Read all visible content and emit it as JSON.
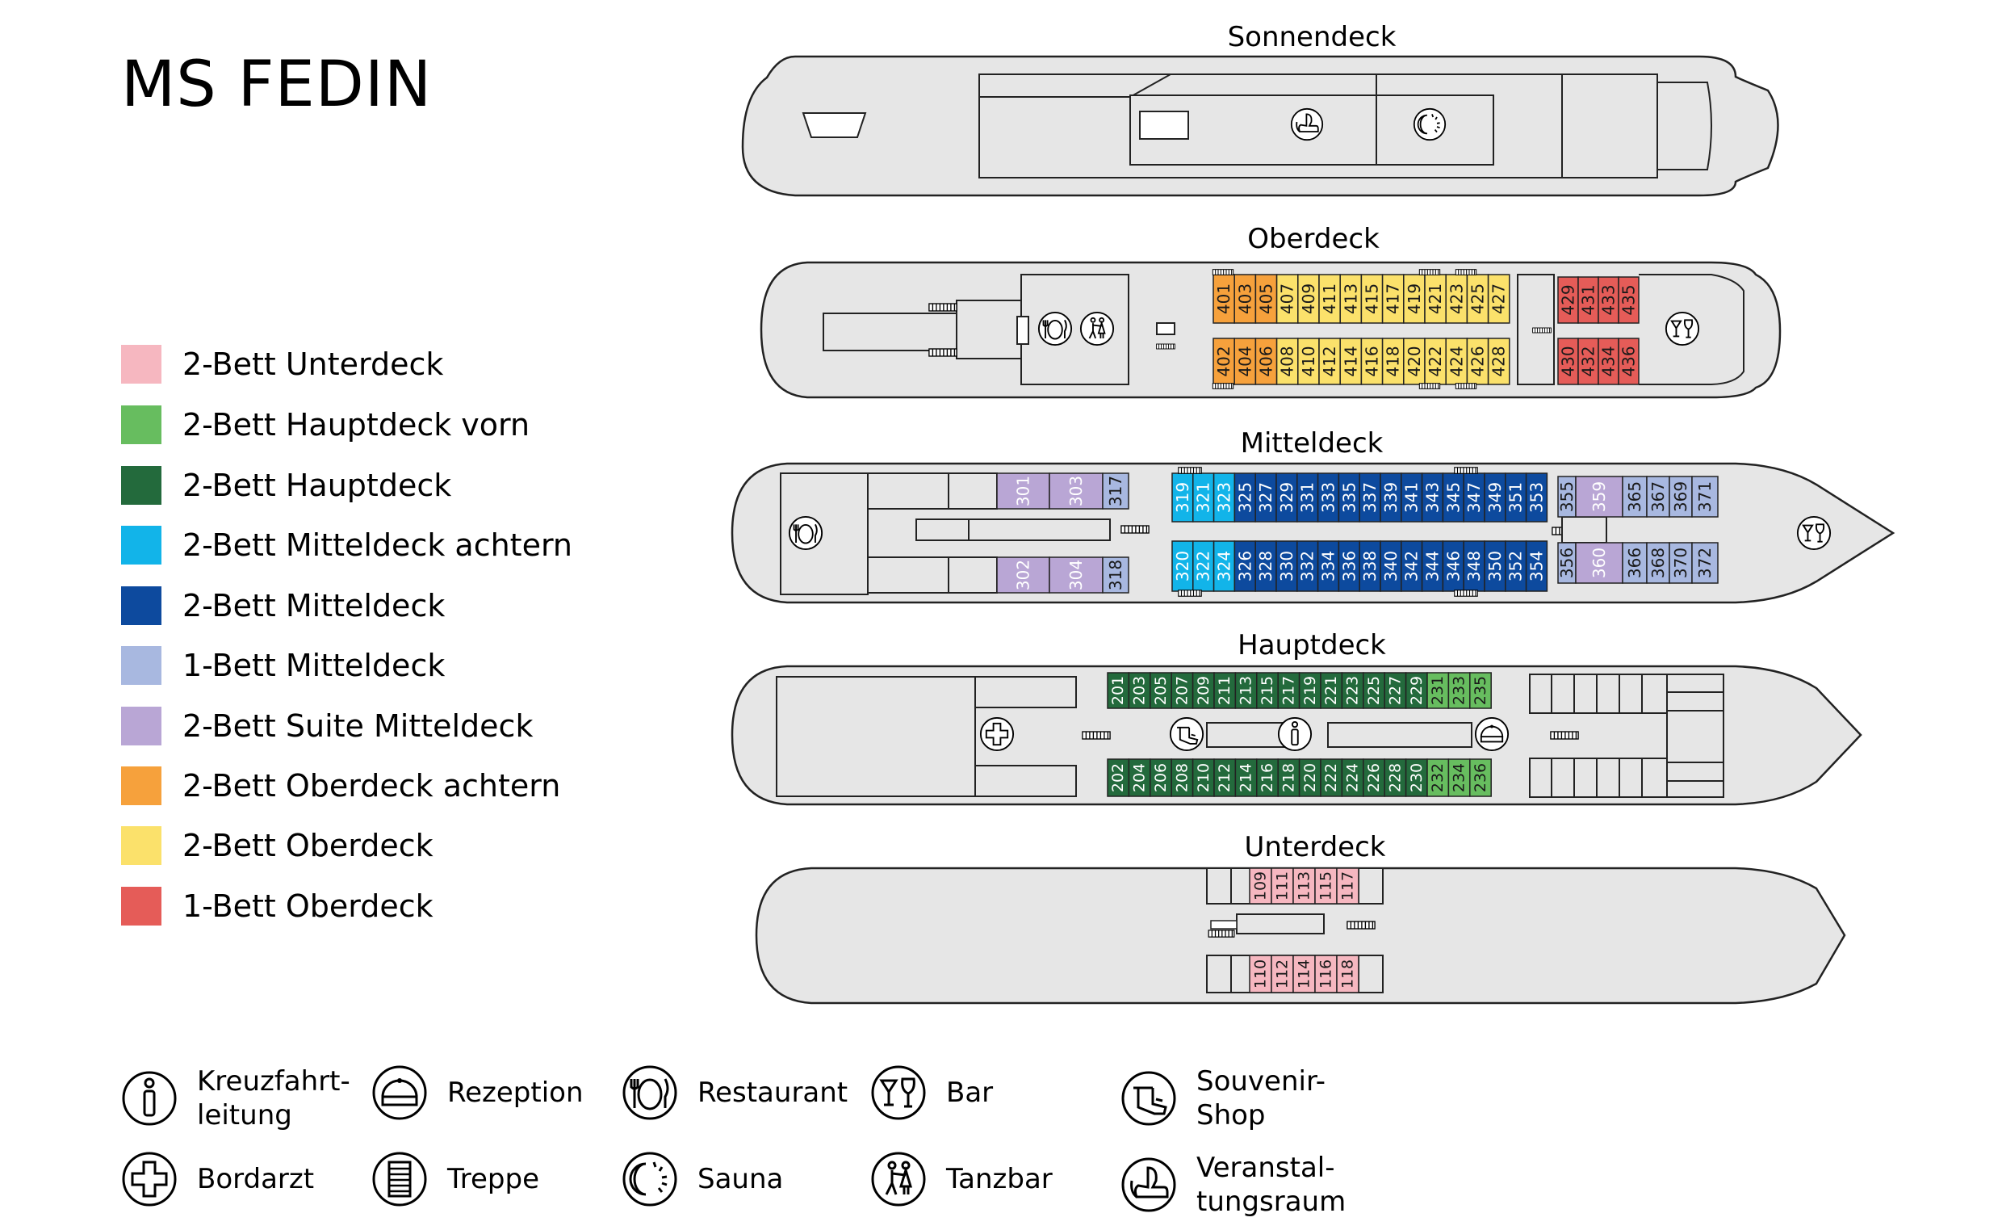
{
  "ship_name": "MS FEDIN",
  "legend": [
    {
      "label": "2-Bett Unterdeck",
      "color": "#f6b7c0"
    },
    {
      "label": "2-Bett Hauptdeck vorn",
      "color": "#67bd5f"
    },
    {
      "label": "2-Bett Hauptdeck",
      "color": "#236a3c"
    },
    {
      "label": "2-Bett Mitteldeck achtern",
      "color": "#12b4e9"
    },
    {
      "label": "2-Bett Mitteldeck",
      "color": "#0d4a9e"
    },
    {
      "label": "1-Bett Mitteldeck",
      "color": "#a8b8e0"
    },
    {
      "label": "2-Bett Suite Mitteldeck",
      "color": "#b9a6d5"
    },
    {
      "label": "2-Bett Oberdeck achtern",
      "color": "#f6a13c"
    },
    {
      "label": "2-Bett Oberdeck",
      "color": "#fbe16b"
    },
    {
      "label": "1-Bett Oberdeck",
      "color": "#e55c58"
    }
  ],
  "decks": {
    "sonnendeck": {
      "label": "Sonnendeck"
    },
    "oberdeck": {
      "label": "Oberdeck",
      "top_cabins": [
        {
          "n": "401",
          "c": "orange"
        },
        {
          "n": "403",
          "c": "orange"
        },
        {
          "n": "405",
          "c": "orange"
        },
        {
          "n": "407",
          "c": "yellow"
        },
        {
          "n": "409",
          "c": "yellow"
        },
        {
          "n": "411",
          "c": "yellow"
        },
        {
          "n": "413",
          "c": "yellow"
        },
        {
          "n": "415",
          "c": "yellow"
        },
        {
          "n": "417",
          "c": "yellow"
        },
        {
          "n": "419",
          "c": "yellow"
        },
        {
          "n": "421",
          "c": "yellow"
        },
        {
          "n": "423",
          "c": "yellow"
        },
        {
          "n": "425",
          "c": "yellow"
        },
        {
          "n": "427",
          "c": "yellow"
        }
      ],
      "bottom_cabins": [
        {
          "n": "402",
          "c": "orange"
        },
        {
          "n": "404",
          "c": "orange"
        },
        {
          "n": "406",
          "c": "orange"
        },
        {
          "n": "408",
          "c": "yellow"
        },
        {
          "n": "410",
          "c": "yellow"
        },
        {
          "n": "412",
          "c": "yellow"
        },
        {
          "n": "414",
          "c": "yellow"
        },
        {
          "n": "416",
          "c": "yellow"
        },
        {
          "n": "418",
          "c": "yellow"
        },
        {
          "n": "420",
          "c": "yellow"
        },
        {
          "n": "422",
          "c": "yellow"
        },
        {
          "n": "424",
          "c": "yellow"
        },
        {
          "n": "426",
          "c": "yellow"
        },
        {
          "n": "428",
          "c": "yellow"
        }
      ],
      "fore_top_cabins": [
        {
          "n": "429",
          "c": "red"
        },
        {
          "n": "431",
          "c": "red"
        },
        {
          "n": "433",
          "c": "red"
        },
        {
          "n": "435",
          "c": "red"
        }
      ],
      "fore_bottom_cabins": [
        {
          "n": "430",
          "c": "red"
        },
        {
          "n": "432",
          "c": "red"
        },
        {
          "n": "434",
          "c": "red"
        },
        {
          "n": "436",
          "c": "red"
        }
      ]
    },
    "mitteldeck": {
      "label": "Mitteldeck",
      "aft_top_cabins": [
        {
          "n": "301",
          "c": "lilac"
        },
        {
          "n": "303",
          "c": "lilac"
        },
        {
          "n": "317",
          "c": "lightblue"
        }
      ],
      "aft_bottom_cabins": [
        {
          "n": "302",
          "c": "lilac"
        },
        {
          "n": "304",
          "c": "lilac"
        },
        {
          "n": "318",
          "c": "lightblue"
        }
      ],
      "top_cabins": [
        {
          "n": "319",
          "c": "cyan"
        },
        {
          "n": "321",
          "c": "cyan"
        },
        {
          "n": "323",
          "c": "cyan"
        },
        {
          "n": "325",
          "c": "navy"
        },
        {
          "n": "327",
          "c": "navy"
        },
        {
          "n": "329",
          "c": "navy"
        },
        {
          "n": "331",
          "c": "navy"
        },
        {
          "n": "333",
          "c": "navy"
        },
        {
          "n": "335",
          "c": "navy"
        },
        {
          "n": "337",
          "c": "navy"
        },
        {
          "n": "339",
          "c": "navy"
        },
        {
          "n": "341",
          "c": "navy"
        },
        {
          "n": "343",
          "c": "navy"
        },
        {
          "n": "345",
          "c": "navy"
        },
        {
          "n": "347",
          "c": "navy"
        },
        {
          "n": "349",
          "c": "navy"
        },
        {
          "n": "351",
          "c": "navy"
        },
        {
          "n": "353",
          "c": "navy"
        }
      ],
      "bottom_cabins": [
        {
          "n": "320",
          "c": "cyan"
        },
        {
          "n": "322",
          "c": "cyan"
        },
        {
          "n": "324",
          "c": "cyan"
        },
        {
          "n": "326",
          "c": "navy"
        },
        {
          "n": "328",
          "c": "navy"
        },
        {
          "n": "330",
          "c": "navy"
        },
        {
          "n": "332",
          "c": "navy"
        },
        {
          "n": "334",
          "c": "navy"
        },
        {
          "n": "336",
          "c": "navy"
        },
        {
          "n": "338",
          "c": "navy"
        },
        {
          "n": "340",
          "c": "navy"
        },
        {
          "n": "342",
          "c": "navy"
        },
        {
          "n": "344",
          "c": "navy"
        },
        {
          "n": "346",
          "c": "navy"
        },
        {
          "n": "348",
          "c": "navy"
        },
        {
          "n": "350",
          "c": "navy"
        },
        {
          "n": "352",
          "c": "navy"
        },
        {
          "n": "354",
          "c": "navy"
        }
      ],
      "fore_top_cabins": [
        {
          "n": "355",
          "c": "lightblue"
        },
        {
          "n": "359",
          "c": "lilac"
        },
        {
          "n": "365",
          "c": "lightblue"
        },
        {
          "n": "367",
          "c": "lightblue"
        },
        {
          "n": "369",
          "c": "lightblue"
        },
        {
          "n": "371",
          "c": "lightblue"
        }
      ],
      "fore_bottom_cabins": [
        {
          "n": "356",
          "c": "lightblue"
        },
        {
          "n": "360",
          "c": "lilac"
        },
        {
          "n": "366",
          "c": "lightblue"
        },
        {
          "n": "368",
          "c": "lightblue"
        },
        {
          "n": "370",
          "c": "lightblue"
        },
        {
          "n": "372",
          "c": "lightblue"
        }
      ]
    },
    "hauptdeck": {
      "label": "Hauptdeck",
      "top_cabins": [
        {
          "n": "201",
          "c": "dkgreen"
        },
        {
          "n": "203",
          "c": "dkgreen"
        },
        {
          "n": "205",
          "c": "dkgreen"
        },
        {
          "n": "207",
          "c": "dkgreen"
        },
        {
          "n": "209",
          "c": "dkgreen"
        },
        {
          "n": "211",
          "c": "dkgreen"
        },
        {
          "n": "213",
          "c": "dkgreen"
        },
        {
          "n": "215",
          "c": "dkgreen"
        },
        {
          "n": "217",
          "c": "dkgreen"
        },
        {
          "n": "219",
          "c": "dkgreen"
        },
        {
          "n": "221",
          "c": "dkgreen"
        },
        {
          "n": "223",
          "c": "dkgreen"
        },
        {
          "n": "225",
          "c": "dkgreen"
        },
        {
          "n": "227",
          "c": "dkgreen"
        },
        {
          "n": "229",
          "c": "dkgreen"
        },
        {
          "n": "231",
          "c": "ltgreen"
        },
        {
          "n": "233",
          "c": "ltgreen"
        },
        {
          "n": "235",
          "c": "ltgreen"
        }
      ],
      "bottom_cabins": [
        {
          "n": "202",
          "c": "dkgreen"
        },
        {
          "n": "204",
          "c": "dkgreen"
        },
        {
          "n": "206",
          "c": "dkgreen"
        },
        {
          "n": "208",
          "c": "dkgreen"
        },
        {
          "n": "210",
          "c": "dkgreen"
        },
        {
          "n": "212",
          "c": "dkgreen"
        },
        {
          "n": "214",
          "c": "dkgreen"
        },
        {
          "n": "216",
          "c": "dkgreen"
        },
        {
          "n": "218",
          "c": "dkgreen"
        },
        {
          "n": "220",
          "c": "dkgreen"
        },
        {
          "n": "222",
          "c": "dkgreen"
        },
        {
          "n": "224",
          "c": "dkgreen"
        },
        {
          "n": "226",
          "c": "dkgreen"
        },
        {
          "n": "228",
          "c": "dkgreen"
        },
        {
          "n": "230",
          "c": "dkgreen"
        },
        {
          "n": "232",
          "c": "ltgreen"
        },
        {
          "n": "234",
          "c": "ltgreen"
        },
        {
          "n": "236",
          "c": "ltgreen"
        }
      ]
    },
    "unterdeck": {
      "label": "Unterdeck",
      "top_cabins": [
        {
          "n": "109",
          "c": "pink"
        },
        {
          "n": "111",
          "c": "pink"
        },
        {
          "n": "113",
          "c": "pink"
        },
        {
          "n": "115",
          "c": "pink"
        },
        {
          "n": "117",
          "c": "pink"
        }
      ],
      "bottom_cabins": [
        {
          "n": "110",
          "c": "pink"
        },
        {
          "n": "112",
          "c": "pink"
        },
        {
          "n": "114",
          "c": "pink"
        },
        {
          "n": "116",
          "c": "pink"
        },
        {
          "n": "118",
          "c": "pink"
        }
      ]
    }
  },
  "category_colors": {
    "pink": "#f6b7c0",
    "ltgreen": "#67bd5f",
    "dkgreen": "#236a3c",
    "cyan": "#12b4e9",
    "navy": "#0d4a9e",
    "lightblue": "#a8b8e0",
    "lilac": "#b9a6d5",
    "orange": "#f6a13c",
    "yellow": "#fbe16b",
    "red": "#e55c58"
  },
  "icon_legend": [
    {
      "icon": "info-icon",
      "label": "Kreuzfahrt-\nleitung"
    },
    {
      "icon": "reception-icon",
      "label": "Rezeption"
    },
    {
      "icon": "restaurant-icon",
      "label": "Restaurant"
    },
    {
      "icon": "bar-icon",
      "label": "Bar"
    },
    {
      "icon": "souvenir-shop-icon",
      "label": "Souvenir-\nShop"
    },
    {
      "icon": "doctor-icon",
      "label": "Bordarzt"
    },
    {
      "icon": "stairs-icon",
      "label": "Treppe"
    },
    {
      "icon": "sauna-icon",
      "label": "Sauna"
    },
    {
      "icon": "dance-bar-icon",
      "label": "Tanzbar"
    },
    {
      "icon": "event-room-icon",
      "label": "Veranstal-\ntungsraum"
    }
  ]
}
